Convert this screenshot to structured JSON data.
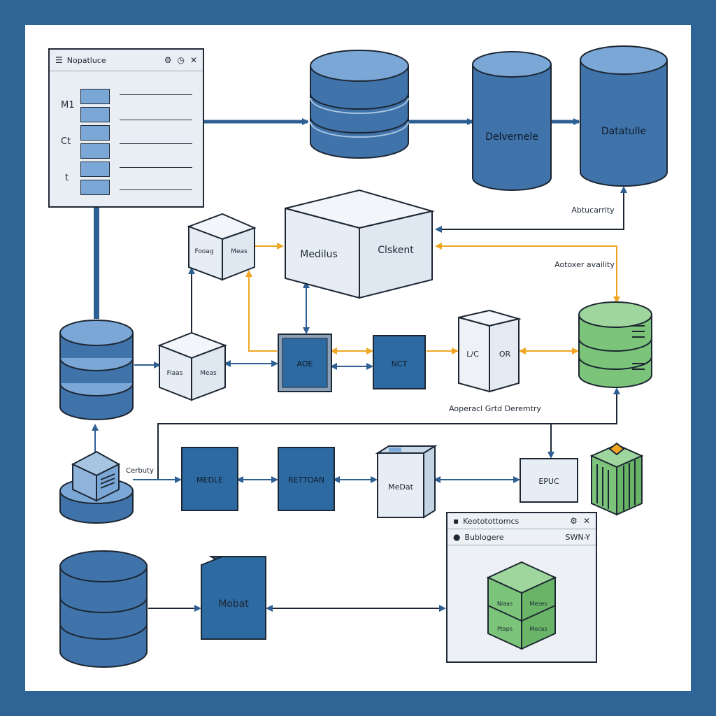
{
  "colors": {
    "border": "#2f6496",
    "db_blue": "#3f73aa",
    "db_light": "#7aa7d6",
    "box_dark": "#2e6aa2",
    "box_light": "#e6edf5",
    "green": "#7cc47a",
    "arrow_blue": "#2e5f92",
    "arrow_orange": "#f0a623"
  },
  "top_window": {
    "title": "Nopatluce",
    "row_labels": [
      "M1",
      "Ct",
      "t"
    ]
  },
  "databases": {
    "deliverable": "Delvernele",
    "datatable": "Datatulle"
  },
  "cubes": {
    "main_left": "Medilus",
    "main_right": "Clskent",
    "small_top_left": "Fooag",
    "small_top_right": "Meas",
    "small_mid_left": "Fiaas",
    "small_mid_right": "Meas",
    "split_left": "L/C",
    "split_right": "OR",
    "meldat": "MeDat",
    "mobat": "Mobat",
    "green_1": "Niaas",
    "green_2": "Meses",
    "green_3": "Ptaps",
    "green_4": "Mocas"
  },
  "boxes": {
    "aoe": "AOE",
    "nct": "NCT",
    "module": "MEDLE",
    "rettoan": "RETTOAN",
    "epuc": "EPUC"
  },
  "annotations": {
    "abtucarity": "Abtucarrity",
    "aotoxer": "Aotoxer availity",
    "aoperacl": "Aoperacl Grtd Deremtry",
    "cerbuty": "Cerbuty"
  },
  "bottom_window": {
    "title": "Keototottomcs",
    "subtitle": "Bublogere",
    "status": "SWN-Y"
  }
}
